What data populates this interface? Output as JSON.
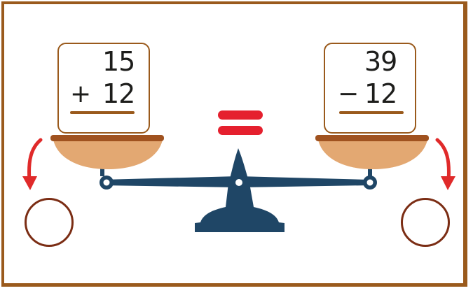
{
  "left_card": {
    "top": "15",
    "operator": "+",
    "bottom": "12"
  },
  "right_card": {
    "top": "39",
    "operator": "−",
    "bottom": "12"
  },
  "equals_sign_color": "#e5202e",
  "colors": {
    "frame": "#9a5a1c",
    "pan": "#e3a872",
    "beam": "#1f4666",
    "arrow": "#e02a2a",
    "circle": "#7b2d14"
  },
  "icons": [
    "left-red-arrow-icon",
    "right-red-arrow-icon",
    "balance-scale-icon",
    "equals-sign-icon"
  ]
}
